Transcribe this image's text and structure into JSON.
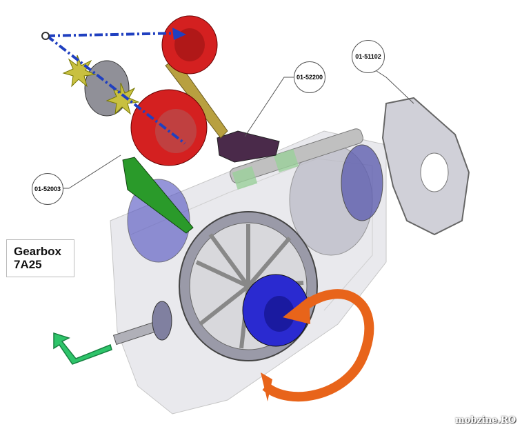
{
  "title": {
    "line1": "Gearbox",
    "line2": "7A25"
  },
  "callouts": [
    {
      "label": "01-51102"
    },
    {
      "label": "01-52200"
    },
    {
      "label": "01-52003"
    }
  ],
  "watermark": "mobzine.RO",
  "colors": {
    "housing": "#c8c8d0",
    "red_part": "#d42020",
    "green_arrow": "#2ec46a",
    "orange_arrow": "#e8641a",
    "blue_hub": "#2a2ad0",
    "purple_block": "#4a2a4a",
    "green_bracket": "#2a9a2a",
    "olive_arm": "#b8a040"
  }
}
